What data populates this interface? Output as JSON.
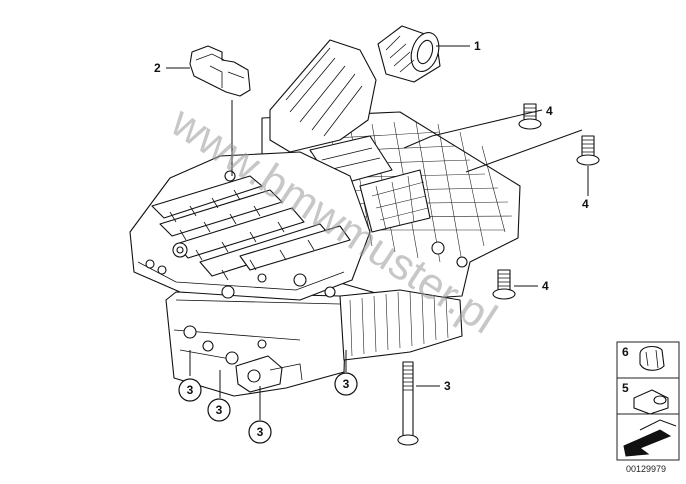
{
  "callouts": {
    "c1": "1",
    "c2": "2",
    "c3a": "3",
    "c3b": "3",
    "c3c": "3",
    "c3d": "3",
    "c3e": "3",
    "c4a": "4",
    "c4b": "4",
    "c4c": "4"
  },
  "legend": {
    "item6": "6",
    "item5": "5"
  },
  "watermark": "www.bmwmuster.pl",
  "reference_number": "00129979"
}
